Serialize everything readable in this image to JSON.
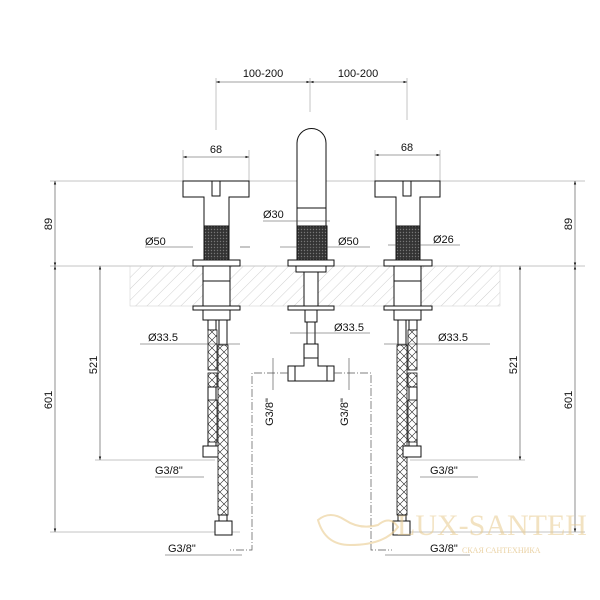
{
  "dimensions": {
    "spacing_left": "100-200",
    "spacing_right": "100-200",
    "handle_width_left": "68",
    "handle_width_right": "68",
    "height_above_left": "89",
    "height_above_right": "89",
    "dia_spout": "Ø30",
    "dia_base_left": "Ø50",
    "dia_base_spout": "Ø50",
    "dia_knurl_right": "Ø26",
    "dia_shank_left": "Ø33.5",
    "dia_shank_spout": "Ø33.5",
    "dia_shank_right": "Ø33.5",
    "depth_left": "521",
    "depth_right": "521",
    "total_left": "601",
    "total_right": "601",
    "thread_t_left": "G3/8\"",
    "thread_t_right": "G3/8\"",
    "thread_hose_left": "G3/8\"",
    "thread_hose_right": "G3/8\"",
    "thread_bottom_left": "G3/8\"",
    "thread_bottom_right": "G3/8\""
  },
  "watermark": {
    "name": "LUX-SANTEH",
    "tagline": "СКАЯ САНТЕХНИКА",
    "color": "#e9cc8f"
  }
}
